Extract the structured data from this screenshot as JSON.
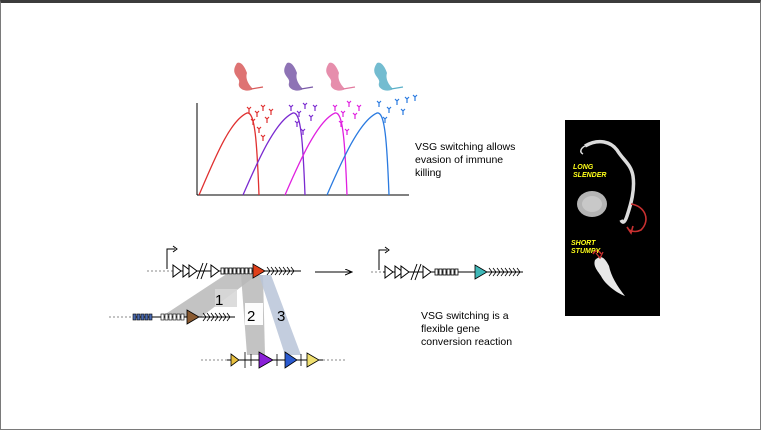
{
  "captions": {
    "top": [
      "VSG switching allows",
      "evasion of immune",
      "killing"
    ],
    "bottom": [
      "VSG switching is a",
      "flexible gene",
      "conversion reaction"
    ]
  },
  "conversion_paths": [
    "1",
    "2",
    "3"
  ],
  "micrograph": {
    "label_long": [
      "LONG",
      "SLENDER"
    ],
    "label_short": [
      "SHORT",
      "STUMPY"
    ]
  },
  "parasite_colors": [
    "#d85a5a",
    "#7a5aa8",
    "#e27a9e",
    "#5ab0c8"
  ],
  "wave_colors": [
    "#e03030",
    "#7a2ad0",
    "#e020e0",
    "#2a7ae0"
  ],
  "vsg_colors": {
    "expressed_before": "#e0401a",
    "expressed_after": "#40b8b8",
    "donor_1": "#8a5a30",
    "donor_2": "#8a20d8",
    "donor_3": "#2a5ad0",
    "donor_4": "#f0e070"
  }
}
